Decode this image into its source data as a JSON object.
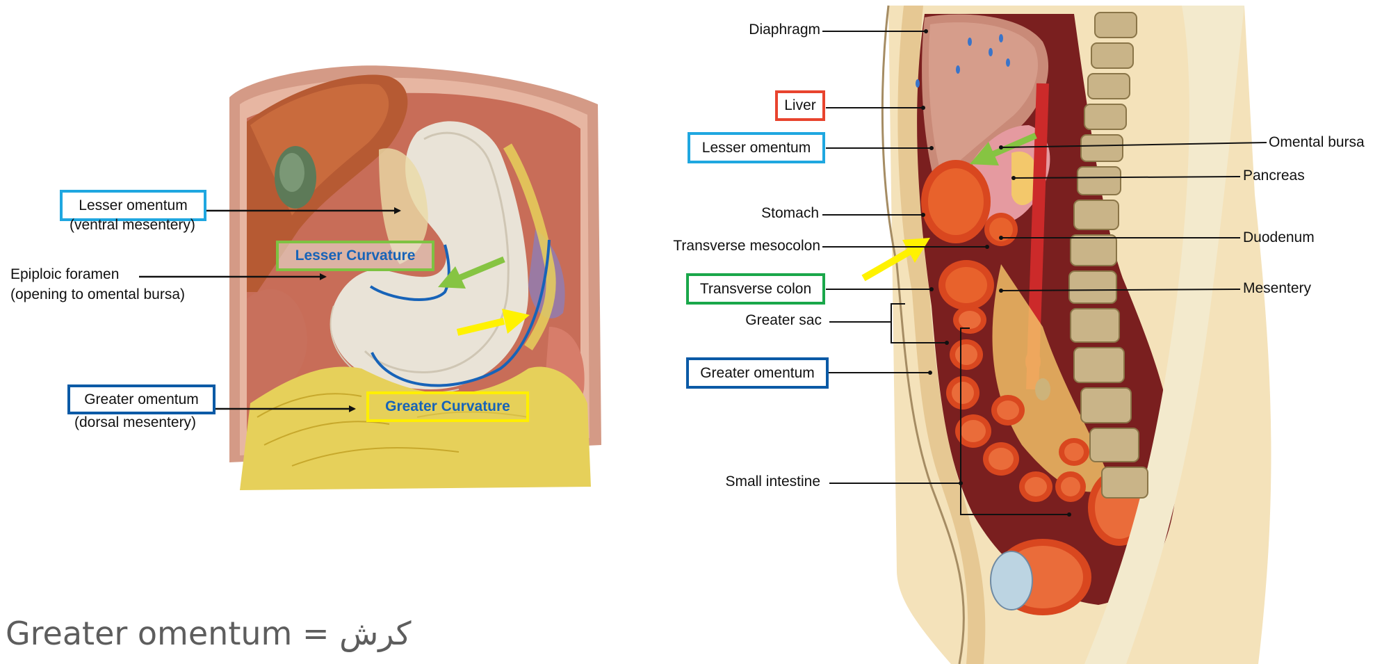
{
  "left_figure": {
    "labels": {
      "lesser_omentum": "Lesser omentum",
      "lesser_omentum_sub": "(ventral mesentery)",
      "epiploic_foramen": "Epiploic foramen",
      "epiploic_foramen_sub": "(opening to omental bursa)",
      "greater_omentum": "Greater omentum",
      "greater_omentum_sub": "(dorsal mesentery)",
      "lesser_curvature": "Lesser Curvature",
      "greater_curvature": "Greater Curvature"
    },
    "colors": {
      "lesser_omentum_box": "#1fa7e0",
      "greater_omentum_box": "#0b5aa6",
      "lesser_curvature_box": "#7ec242",
      "greater_curvature_box": "#ffef00",
      "curvature_line": "#1763b8",
      "green_arrow": "#86c442",
      "yellow_arrow": "#fff200"
    }
  },
  "right_figure": {
    "labels_left": {
      "diaphragm": "Diaphragm",
      "liver": "Liver",
      "lesser_omentum": "Lesser omentum",
      "stomach": "Stomach",
      "transverse_mesocolon": "Transverse mesocolon",
      "transverse_colon": "Transverse colon",
      "greater_sac": "Greater sac",
      "greater_omentum": "Greater omentum",
      "small_intestine": "Small intestine"
    },
    "labels_right": {
      "omental_bursa": "Omental bursa",
      "pancreas": "Pancreas",
      "duodenum": "Duodenum",
      "mesentery": "Mesentery"
    },
    "colors": {
      "liver_box": "#e8442e",
      "lesser_omentum_box": "#1fa7e0",
      "transverse_colon_box": "#1aa74a",
      "greater_omentum_box": "#0b5aa6"
    }
  },
  "footer": {
    "text": "Greater omentum = كرش"
  }
}
